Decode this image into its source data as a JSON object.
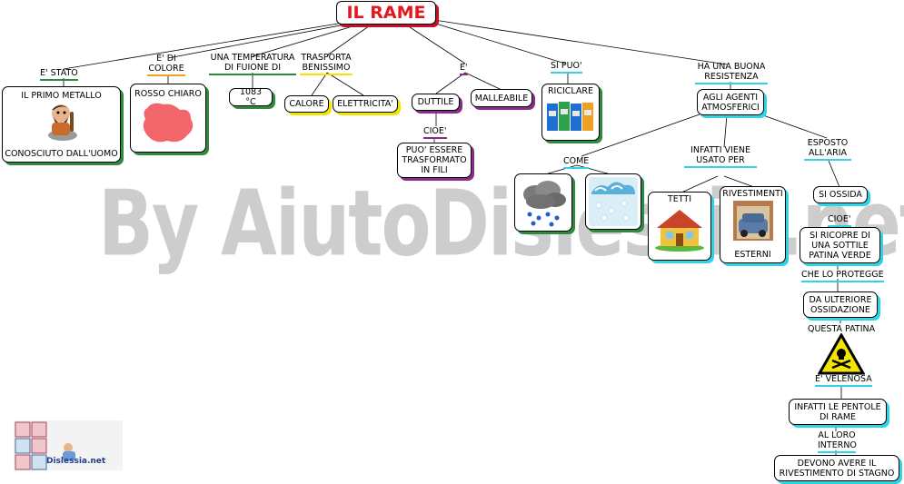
{
  "title": "IL RAME",
  "watermark": "By AiutoDislessia.net",
  "logo_text": "Dislessia.net",
  "colors": {
    "accent_red": "#e8151f",
    "green": "#2d8a3e",
    "yellow": "#f2e600",
    "purple": "#8a2b8a",
    "cyan": "#2ed4e6",
    "orange": "#f0a020"
  },
  "nodes": {
    "e_stato": "E' STATO",
    "primo_metallo": "IL PRIMO METALLO",
    "conosciuto": "CONOSCIUTO DALL'UOMO",
    "e_di_colore": "E' DI COLORE",
    "rosso_chiaro": "ROSSO CHIARO",
    "temperatura": "UNA TEMPERATURA DI FUIONE DI",
    "temp_value": "1083 °C",
    "trasporta": "TRASPORTA BENISSIMO",
    "calore": "CALORE",
    "elettricita": "ELETTRICITA'",
    "e": "E'",
    "duttile": "DUTTILE",
    "malleabile": "MALLEABILE",
    "cioe1": "CIOE'",
    "trasformato": "PUO' ESSERE TRASFORMATO IN FILI",
    "si_puo": "SI PUO'",
    "riciclare": "RICICLARE",
    "resistenza": "HA UNA BUONA RESISTENZA",
    "agenti": "AGLI AGENTI ATMOSFERICI",
    "come": "COME",
    "infatti_usato": "INFATTI VIENE USATO PER",
    "tetti": "TETTI",
    "rivestimenti": "RIVESTIMENTI",
    "esterni": "ESTERNI",
    "esposto": "ESPOSTO ALL'ARIA",
    "si_ossida": "SI OSSIDA",
    "cioe2": "CIOE'",
    "patina": "SI RICOPRE DI UNA SOTTILE PATINA VERDE",
    "protegge": "CHE LO PROTEGGE",
    "ossidazione": "DA ULTERIORE OSSIDAZIONE",
    "questa_patina": "QUESTA PATINA",
    "velenosa": "E' VELENOSA",
    "pentole": "INFATTI LE PENTOLE DI RAME",
    "interno": "AL LORO INTERNO",
    "stagno": "DEVONO AVERE IL RIVESTIMENTO DI STAGNO"
  }
}
